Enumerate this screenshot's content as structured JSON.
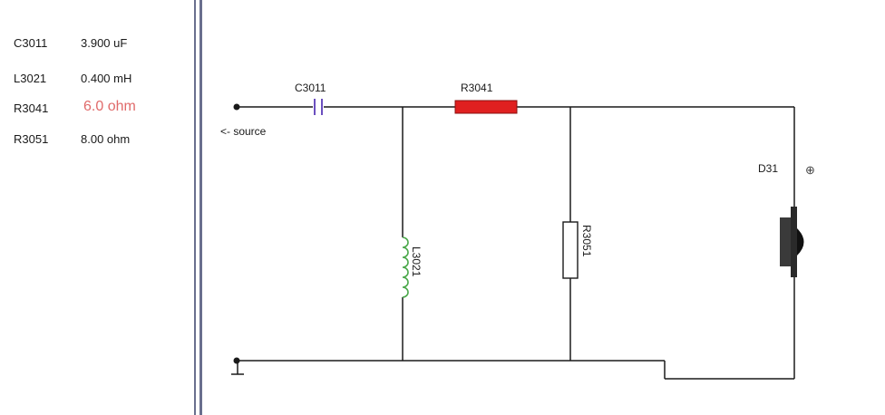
{
  "parameters": [
    {
      "name": "C3011",
      "value": "3.900 uF",
      "highlight": false
    },
    {
      "name": "L3021",
      "value": "0.400 mH",
      "highlight": false
    },
    {
      "name": "R3041",
      "value": "6.0 ohm",
      "highlight": true
    },
    {
      "name": "R3051",
      "value": "8.00 ohm",
      "highlight": false
    }
  ],
  "labels": {
    "c3011": "C3011",
    "r3041": "R3041",
    "l3021": "L3021",
    "r3051": "R3051",
    "d31": "D31",
    "source": "<- source",
    "polarity": "⊕"
  },
  "colors": {
    "wire": "#1a1a1a",
    "capacitor": "#6b4fbf",
    "inductor": "#4aa84a",
    "highlight_resistor": "#e02020",
    "highlight_text": "#e06a6a",
    "divider": "#6a6f8e"
  }
}
